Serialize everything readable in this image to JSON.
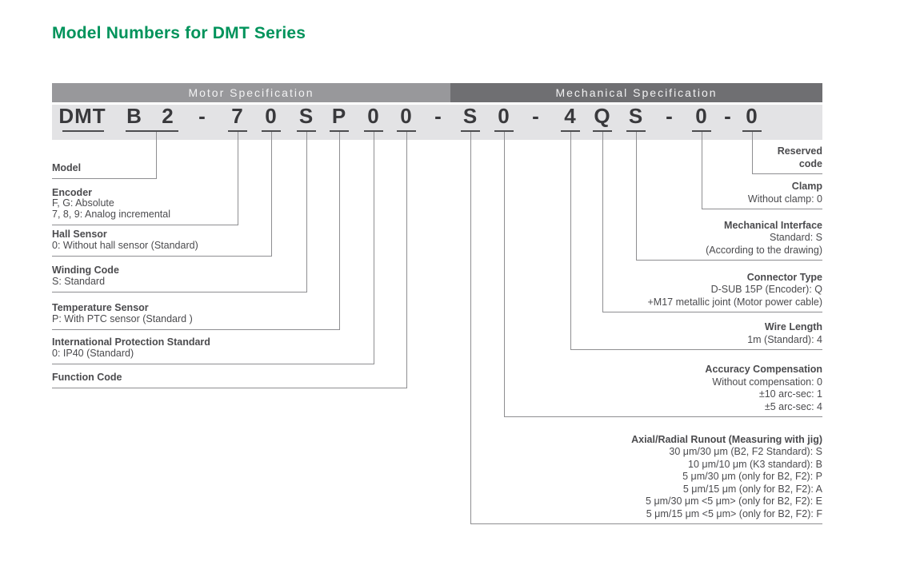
{
  "title": "Model Numbers for DMT Series",
  "header": {
    "motor": "Motor Specification",
    "mechanical": "Mechanical Specification"
  },
  "code": {
    "chars": [
      "DMT",
      "B",
      "2",
      "-",
      "7",
      "0",
      "S",
      "P",
      "0",
      "0",
      "-",
      "S",
      "0",
      "-",
      "4",
      "Q",
      "S",
      "-",
      "0",
      "-",
      "0"
    ]
  },
  "left_labels": [
    {
      "heading": "Model",
      "details": []
    },
    {
      "heading": "Encoder",
      "details": [
        "F, G: Absolute",
        "7, 8, 9: Analog incremental"
      ]
    },
    {
      "heading": "Hall Sensor",
      "details": [
        "0: Without hall sensor (Standard)"
      ]
    },
    {
      "heading": "Winding Code",
      "details": [
        "S: Standard"
      ]
    },
    {
      "heading": "Temperature Sensor",
      "details": [
        "P: With PTC sensor (Standard )"
      ]
    },
    {
      "heading": "International Protection Standard",
      "details": [
        "0: IP40 (Standard)"
      ]
    },
    {
      "heading": "Function Code",
      "details": []
    }
  ],
  "right_labels": [
    {
      "heading": "Reserved\ncode",
      "details": []
    },
    {
      "heading": "Clamp",
      "details": [
        "Without clamp: 0"
      ]
    },
    {
      "heading": "Mechanical Interface",
      "details": [
        "Standard: S",
        "(According to the drawing)"
      ]
    },
    {
      "heading": "Connector Type",
      "details": [
        "D-SUB 15P (Encoder): Q",
        "+M17 metallic joint (Motor power cable)"
      ]
    },
    {
      "heading": "Wire Length",
      "details": [
        "1m (Standard): 4"
      ]
    },
    {
      "heading": "Accuracy Compensation",
      "details": [
        "Without compensation: 0",
        "±10 arc-sec: 1",
        "±5 arc-sec: 4"
      ]
    },
    {
      "heading": "Axial/Radial Runout (Measuring with jig)",
      "details": [
        "30 μm/30 μm (B2, F2 Standard): S",
        "10 μm/10 μm (K3 standard): B",
        "5 μm/30 μm (only for B2, F2): P",
        "5 μm/15 μm (only for B2, F2): A",
        "5 μm/30 μm <5 μm> (only for B2, F2): E",
        "5 μm/15 μm <5 μm> (only for B2, F2): F"
      ]
    }
  ],
  "colors": {
    "accent_green": "#00935B",
    "motor_bar": "#98989B",
    "mechanical_bar": "#6F6F72",
    "code_row_bg": "#E3E3E5",
    "code_text": "#39393C",
    "line_gray": "#8E8E91"
  }
}
